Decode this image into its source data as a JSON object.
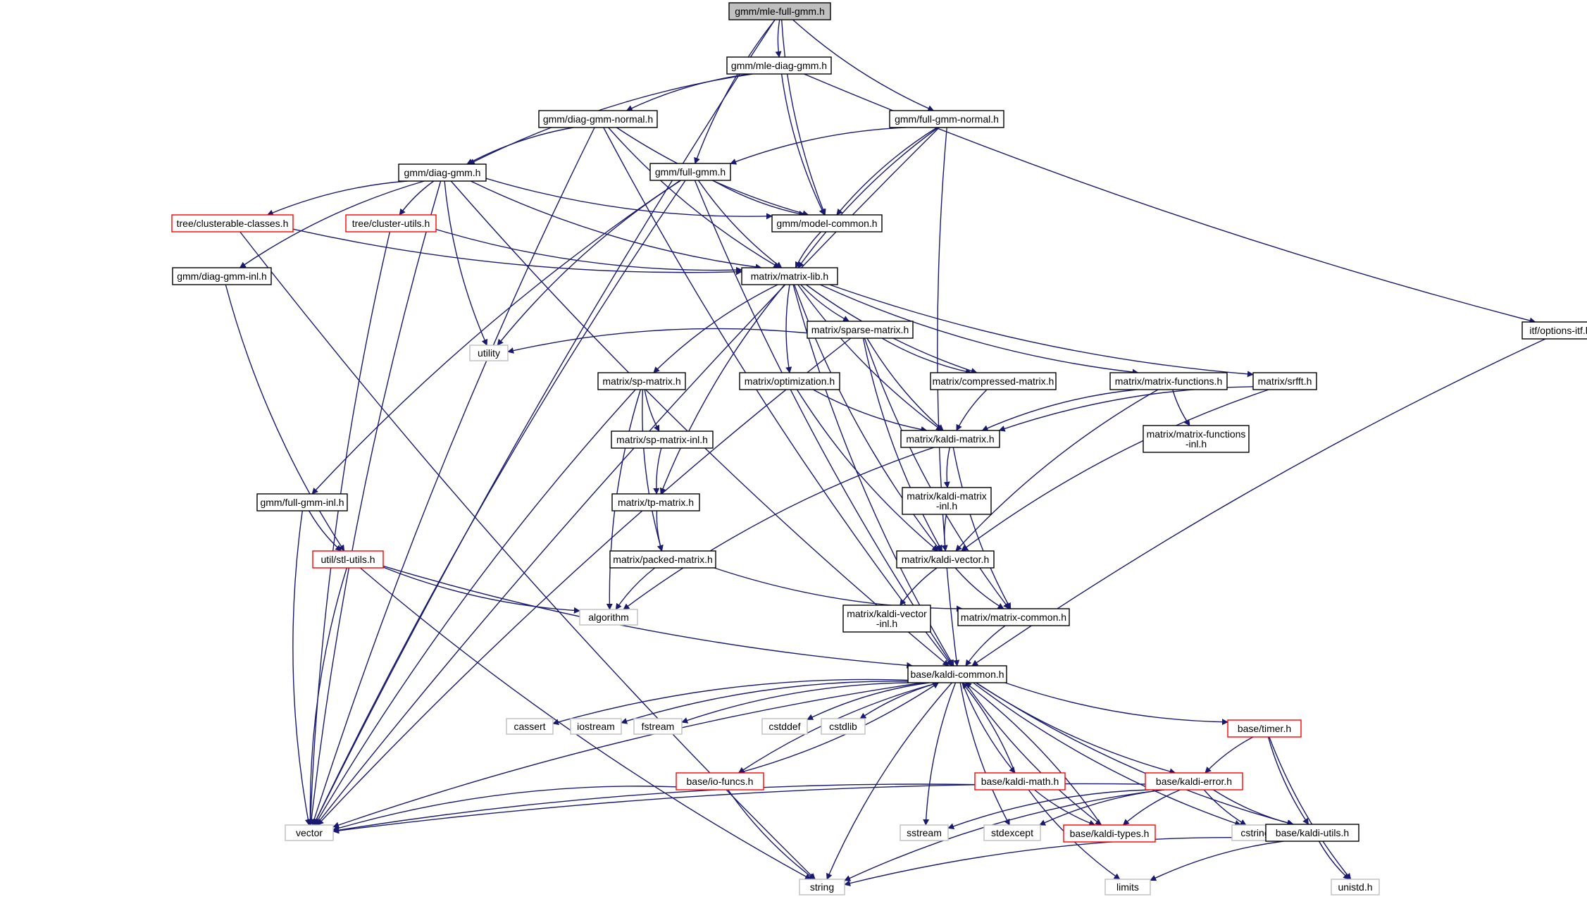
{
  "colors": {
    "edge": "#191970",
    "border_default": "#000000",
    "border_truncated": "#ff0000",
    "border_external": "#bfbfbf",
    "fill_root": "#bfbfbf",
    "fill_default": "#ffffff",
    "text": "#000000"
  },
  "nodes": [
    {
      "id": "mle-full",
      "label": "gmm/mle-full-gmm.h",
      "kind": "root"
    },
    {
      "id": "mle-diag",
      "label": "gmm/mle-diag-gmm.h",
      "kind": "normal"
    },
    {
      "id": "diag-normal",
      "label": "gmm/diag-gmm-normal.h",
      "kind": "normal"
    },
    {
      "id": "full-normal",
      "label": "gmm/full-gmm-normal.h",
      "kind": "normal"
    },
    {
      "id": "diag-gmm",
      "label": "gmm/diag-gmm.h",
      "kind": "normal"
    },
    {
      "id": "full-gmm",
      "label": "gmm/full-gmm.h",
      "kind": "normal"
    },
    {
      "id": "clusterable",
      "label": "tree/clusterable-classes.h",
      "kind": "truncated"
    },
    {
      "id": "cluster-utils",
      "label": "tree/cluster-utils.h",
      "kind": "truncated"
    },
    {
      "id": "model-common",
      "label": "gmm/model-common.h",
      "kind": "normal"
    },
    {
      "id": "diag-gmm-inl",
      "label": "gmm/diag-gmm-inl.h",
      "kind": "normal"
    },
    {
      "id": "matrix-lib",
      "label": "matrix/matrix-lib.h",
      "kind": "normal"
    },
    {
      "id": "sparse-matrix",
      "label": "matrix/sparse-matrix.h",
      "kind": "normal"
    },
    {
      "id": "options-itf",
      "label": "itf/options-itf.h",
      "kind": "normal"
    },
    {
      "id": "utility",
      "label": "utility",
      "kind": "external"
    },
    {
      "id": "sp-matrix",
      "label": "matrix/sp-matrix.h",
      "kind": "normal"
    },
    {
      "id": "optimization",
      "label": "matrix/optimization.h",
      "kind": "normal"
    },
    {
      "id": "compressed-matrix",
      "label": "matrix/compressed-matrix.h",
      "kind": "normal"
    },
    {
      "id": "matrix-functions",
      "label": "matrix/matrix-functions.h",
      "kind": "normal"
    },
    {
      "id": "srfft",
      "label": "matrix/srfft.h",
      "kind": "normal"
    },
    {
      "id": "sp-matrix-inl",
      "label": "matrix/sp-matrix-inl.h",
      "kind": "normal"
    },
    {
      "id": "kaldi-matrix",
      "label": "matrix/kaldi-matrix.h",
      "kind": "normal"
    },
    {
      "id": "matrix-functions-inl",
      "label": "matrix/matrix-functions\n-inl.h",
      "kind": "normal"
    },
    {
      "id": "tp-matrix",
      "label": "matrix/tp-matrix.h",
      "kind": "normal"
    },
    {
      "id": "kaldi-matrix-inl",
      "label": "matrix/kaldi-matrix\n-inl.h",
      "kind": "normal"
    },
    {
      "id": "full-gmm-inl",
      "label": "gmm/full-gmm-inl.h",
      "kind": "normal"
    },
    {
      "id": "packed-matrix",
      "label": "matrix/packed-matrix.h",
      "kind": "normal"
    },
    {
      "id": "kaldi-vector",
      "label": "matrix/kaldi-vector.h",
      "kind": "normal"
    },
    {
      "id": "stl-utils",
      "label": "util/stl-utils.h",
      "kind": "truncated"
    },
    {
      "id": "algorithm",
      "label": "algorithm",
      "kind": "external"
    },
    {
      "id": "kaldi-vector-inl",
      "label": "matrix/kaldi-vector\n-inl.h",
      "kind": "normal"
    },
    {
      "id": "matrix-common",
      "label": "matrix/matrix-common.h",
      "kind": "normal"
    },
    {
      "id": "kaldi-common",
      "label": "base/kaldi-common.h",
      "kind": "normal"
    },
    {
      "id": "cassert",
      "label": "cassert",
      "kind": "external"
    },
    {
      "id": "iostream",
      "label": "iostream",
      "kind": "external"
    },
    {
      "id": "fstream",
      "label": "fstream",
      "kind": "external"
    },
    {
      "id": "cstddef",
      "label": "cstddef",
      "kind": "external"
    },
    {
      "id": "cstdlib",
      "label": "cstdlib",
      "kind": "external"
    },
    {
      "id": "timer",
      "label": "base/timer.h",
      "kind": "truncated"
    },
    {
      "id": "io-funcs",
      "label": "base/io-funcs.h",
      "kind": "truncated"
    },
    {
      "id": "kaldi-math",
      "label": "base/kaldi-math.h",
      "kind": "truncated"
    },
    {
      "id": "kaldi-error",
      "label": "base/kaldi-error.h",
      "kind": "truncated"
    },
    {
      "id": "vector",
      "label": "vector",
      "kind": "external"
    },
    {
      "id": "sstream",
      "label": "sstream",
      "kind": "external"
    },
    {
      "id": "stdexcept",
      "label": "stdexcept",
      "kind": "external"
    },
    {
      "id": "kaldi-types",
      "label": "base/kaldi-types.h",
      "kind": "truncated"
    },
    {
      "id": "cstring",
      "label": "cstring",
      "kind": "external"
    },
    {
      "id": "kaldi-utils",
      "label": "base/kaldi-utils.h",
      "kind": "normal"
    },
    {
      "id": "string",
      "label": "string",
      "kind": "external"
    },
    {
      "id": "limits",
      "label": "limits",
      "kind": "external"
    },
    {
      "id": "unistd",
      "label": "unistd.h",
      "kind": "external"
    }
  ],
  "edges": [
    {
      "from": "mle-full",
      "to": "mle-diag"
    },
    {
      "from": "mle-full",
      "to": "full-normal"
    },
    {
      "from": "mle-full",
      "to": "full-gmm"
    },
    {
      "from": "mle-full",
      "to": "model-common"
    },
    {
      "from": "mle-full",
      "to": "vector"
    },
    {
      "from": "mle-diag",
      "to": "diag-normal"
    },
    {
      "from": "mle-diag",
      "to": "diag-gmm"
    },
    {
      "from": "mle-diag",
      "to": "model-common"
    },
    {
      "from": "mle-diag",
      "to": "options-itf"
    },
    {
      "from": "diag-normal",
      "to": "diag-gmm"
    },
    {
      "from": "diag-normal",
      "to": "model-common"
    },
    {
      "from": "diag-normal",
      "to": "matrix-lib"
    },
    {
      "from": "diag-normal",
      "to": "kaldi-common"
    },
    {
      "from": "diag-normal",
      "to": "vector"
    },
    {
      "from": "full-normal",
      "to": "full-gmm"
    },
    {
      "from": "full-normal",
      "to": "model-common"
    },
    {
      "from": "full-normal",
      "to": "matrix-lib"
    },
    {
      "from": "full-normal",
      "to": "kaldi-common"
    },
    {
      "from": "full-normal",
      "to": "vector"
    },
    {
      "from": "diag-gmm",
      "to": "clusterable"
    },
    {
      "from": "diag-gmm",
      "to": "cluster-utils"
    },
    {
      "from": "diag-gmm",
      "to": "diag-gmm-inl"
    },
    {
      "from": "diag-gmm",
      "to": "model-common"
    },
    {
      "from": "diag-gmm",
      "to": "matrix-lib"
    },
    {
      "from": "diag-gmm",
      "to": "utility"
    },
    {
      "from": "diag-gmm",
      "to": "kaldi-common"
    },
    {
      "from": "diag-gmm",
      "to": "vector"
    },
    {
      "from": "full-gmm",
      "to": "model-common"
    },
    {
      "from": "full-gmm",
      "to": "matrix-lib"
    },
    {
      "from": "full-gmm",
      "to": "utility"
    },
    {
      "from": "full-gmm",
      "to": "full-gmm-inl"
    },
    {
      "from": "full-gmm",
      "to": "kaldi-common"
    },
    {
      "from": "full-gmm",
      "to": "vector"
    },
    {
      "from": "clusterable",
      "to": "matrix-lib"
    },
    {
      "from": "clusterable",
      "to": "string"
    },
    {
      "from": "cluster-utils",
      "to": "matrix-lib"
    },
    {
      "from": "cluster-utils",
      "to": "vector"
    },
    {
      "from": "model-common",
      "to": "matrix-lib"
    },
    {
      "from": "diag-gmm-inl",
      "to": "stl-utils"
    },
    {
      "from": "options-itf",
      "to": "kaldi-common"
    },
    {
      "from": "matrix-lib",
      "to": "sparse-matrix"
    },
    {
      "from": "matrix-lib",
      "to": "sp-matrix"
    },
    {
      "from": "matrix-lib",
      "to": "optimization"
    },
    {
      "from": "matrix-lib",
      "to": "compressed-matrix"
    },
    {
      "from": "matrix-lib",
      "to": "matrix-functions"
    },
    {
      "from": "matrix-lib",
      "to": "srfft"
    },
    {
      "from": "matrix-lib",
      "to": "kaldi-matrix"
    },
    {
      "from": "matrix-lib",
      "to": "kaldi-vector"
    },
    {
      "from": "matrix-lib",
      "to": "tp-matrix"
    },
    {
      "from": "matrix-lib",
      "to": "kaldi-common"
    },
    {
      "from": "sparse-matrix",
      "to": "compressed-matrix"
    },
    {
      "from": "sparse-matrix",
      "to": "kaldi-matrix"
    },
    {
      "from": "sparse-matrix",
      "to": "kaldi-vector"
    },
    {
      "from": "sparse-matrix",
      "to": "matrix-common"
    },
    {
      "from": "sparse-matrix",
      "to": "utility"
    },
    {
      "from": "sparse-matrix",
      "to": "vector"
    },
    {
      "from": "sp-matrix",
      "to": "sp-matrix-inl"
    },
    {
      "from": "sp-matrix",
      "to": "packed-matrix"
    },
    {
      "from": "sp-matrix",
      "to": "algorithm"
    },
    {
      "from": "sp-matrix",
      "to": "vector"
    },
    {
      "from": "optimization",
      "to": "kaldi-matrix"
    },
    {
      "from": "optimization",
      "to": "kaldi-vector"
    },
    {
      "from": "compressed-matrix",
      "to": "kaldi-matrix"
    },
    {
      "from": "matrix-functions",
      "to": "kaldi-matrix"
    },
    {
      "from": "matrix-functions",
      "to": "matrix-functions-inl"
    },
    {
      "from": "matrix-functions",
      "to": "kaldi-vector"
    },
    {
      "from": "srfft",
      "to": "kaldi-matrix"
    },
    {
      "from": "srfft",
      "to": "kaldi-vector"
    },
    {
      "from": "sp-matrix-inl",
      "to": "tp-matrix"
    },
    {
      "from": "tp-matrix",
      "to": "packed-matrix"
    },
    {
      "from": "kaldi-matrix",
      "to": "kaldi-matrix-inl"
    },
    {
      "from": "kaldi-matrix",
      "to": "matrix-common"
    },
    {
      "from": "kaldi-matrix",
      "to": "algorithm"
    },
    {
      "from": "kaldi-matrix-inl",
      "to": "kaldi-vector"
    },
    {
      "from": "packed-matrix",
      "to": "matrix-common"
    },
    {
      "from": "packed-matrix",
      "to": "algorithm"
    },
    {
      "from": "kaldi-vector",
      "to": "kaldi-vector-inl"
    },
    {
      "from": "kaldi-vector",
      "to": "matrix-common"
    },
    {
      "from": "full-gmm-inl",
      "to": "stl-utils"
    },
    {
      "from": "full-gmm-inl",
      "to": "vector"
    },
    {
      "from": "stl-utils",
      "to": "algorithm"
    },
    {
      "from": "stl-utils",
      "to": "kaldi-common"
    },
    {
      "from": "stl-utils",
      "to": "vector"
    },
    {
      "from": "stl-utils",
      "to": "string"
    },
    {
      "from": "matrix-common",
      "to": "kaldi-common"
    },
    {
      "from": "kaldi-common",
      "to": "cassert"
    },
    {
      "from": "kaldi-common",
      "to": "iostream"
    },
    {
      "from": "kaldi-common",
      "to": "fstream"
    },
    {
      "from": "kaldi-common",
      "to": "cstddef"
    },
    {
      "from": "kaldi-common",
      "to": "cstdlib"
    },
    {
      "from": "kaldi-common",
      "to": "timer"
    },
    {
      "from": "kaldi-common",
      "to": "io-funcs"
    },
    {
      "from": "kaldi-common",
      "to": "kaldi-math"
    },
    {
      "from": "kaldi-common",
      "to": "kaldi-error"
    },
    {
      "from": "kaldi-common",
      "to": "kaldi-utils"
    },
    {
      "from": "kaldi-common",
      "to": "kaldi-types"
    },
    {
      "from": "kaldi-common",
      "to": "sstream"
    },
    {
      "from": "kaldi-common",
      "to": "stdexcept"
    },
    {
      "from": "kaldi-common",
      "to": "cstring"
    },
    {
      "from": "kaldi-common",
      "to": "string"
    },
    {
      "from": "kaldi-common",
      "to": "vector"
    },
    {
      "from": "io-funcs",
      "to": "kaldi-common"
    },
    {
      "from": "io-funcs",
      "to": "vector"
    },
    {
      "from": "io-funcs",
      "to": "string"
    },
    {
      "from": "kaldi-math",
      "to": "kaldi-common"
    },
    {
      "from": "kaldi-math",
      "to": "kaldi-types"
    },
    {
      "from": "kaldi-math",
      "to": "limits"
    },
    {
      "from": "kaldi-math",
      "to": "vector"
    },
    {
      "from": "timer",
      "to": "kaldi-error"
    },
    {
      "from": "timer",
      "to": "kaldi-utils"
    },
    {
      "from": "timer",
      "to": "unistd"
    },
    {
      "from": "kaldi-error",
      "to": "kaldi-types"
    },
    {
      "from": "kaldi-error",
      "to": "kaldi-utils"
    },
    {
      "from": "kaldi-error",
      "to": "sstream"
    },
    {
      "from": "kaldi-error",
      "to": "stdexcept"
    },
    {
      "from": "kaldi-error",
      "to": "cstring"
    },
    {
      "from": "kaldi-error",
      "to": "string"
    },
    {
      "from": "kaldi-error",
      "to": "vector"
    },
    {
      "from": "kaldi-types",
      "to": "kaldi-common"
    },
    {
      "from": "kaldi-utils",
      "to": "string"
    },
    {
      "from": "kaldi-utils",
      "to": "limits"
    },
    {
      "from": "kaldi-utils",
      "to": "unistd"
    }
  ]
}
